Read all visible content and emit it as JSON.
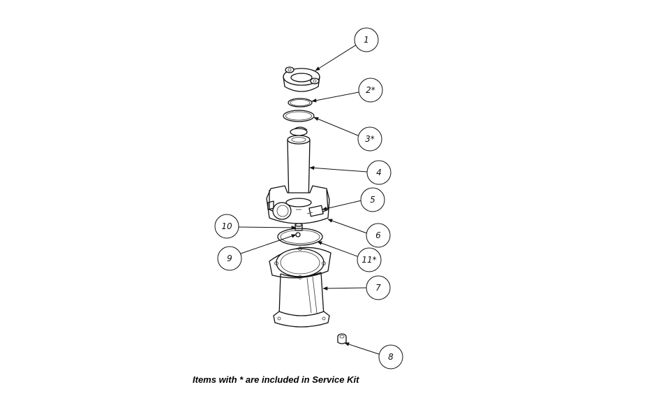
{
  "callouts": [
    {
      "label": "1"
    },
    {
      "label": "2*"
    },
    {
      "label": "3*"
    },
    {
      "label": "4"
    },
    {
      "label": "5"
    },
    {
      "label": "6"
    },
    {
      "label": "7"
    },
    {
      "label": "8"
    },
    {
      "label": "9"
    },
    {
      "label": "10"
    },
    {
      "label": "11*"
    }
  ],
  "footnote": "Items with * are included in Service Kit"
}
